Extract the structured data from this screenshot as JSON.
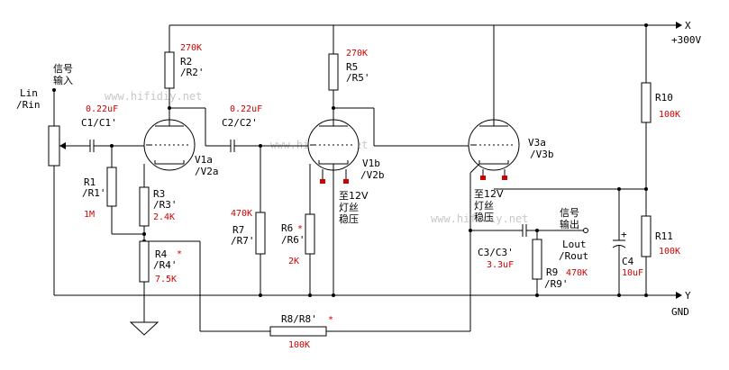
{
  "watermark": "www.hifidiy.net",
  "rails": {
    "top_label": "X",
    "top_voltage": "+300V",
    "bottom_label": "Y",
    "bottom_voltage": "GND"
  },
  "input": {
    "cn": "信号输入",
    "label1": "Lin",
    "label2": "/Rin"
  },
  "output": {
    "cn": "信号输出",
    "label1": "Lout",
    "label2": "/Rout"
  },
  "components": {
    "C1": {
      "name1": "C1/C1'",
      "value": "0.22uF"
    },
    "C2": {
      "name1": "C2/C2'",
      "value": "0.22uF"
    },
    "C3": {
      "name1": "C3/C3'",
      "value": "3.3uF"
    },
    "C4": {
      "name1": "C4",
      "value": "10uF",
      "plus": "+"
    },
    "R1": {
      "name1": "R1",
      "name2": "/R1'",
      "value": "1M"
    },
    "R2": {
      "name1": "R2",
      "name2": "/R2'",
      "value": "270K"
    },
    "R3": {
      "name1": "R3",
      "name2": "/R3'",
      "value": "2.4K"
    },
    "R4": {
      "name1": "R4",
      "name2": "/R4'",
      "value": "7.5K",
      "mark": "*"
    },
    "R5": {
      "name1": "R5",
      "name2": "/R5'",
      "value": "270K"
    },
    "R6": {
      "name1": "R6",
      "name2": "/R6'",
      "value": "2K",
      "mark": "*"
    },
    "R7": {
      "name1": "R7",
      "name2": "/R7'",
      "value": "470K"
    },
    "R8": {
      "name1": "R8/R8'",
      "value": "100K",
      "mark": "*"
    },
    "R9": {
      "name1": "R9",
      "name2": "/R9'",
      "value": "470K"
    },
    "R10": {
      "name1": "R10",
      "value": "100K"
    },
    "R11": {
      "name1": "R11",
      "value": "100K"
    }
  },
  "tubes": {
    "V1a": {
      "name1": "V1a",
      "name2": "/V2a"
    },
    "V1b": {
      "name1": "V1b",
      "name2": "/V2b"
    },
    "V3a": {
      "name1": "V3a",
      "name2": "/V3b"
    }
  },
  "heater": {
    "line1": "至12V",
    "line2": "灯丝",
    "line3": "稳压"
  }
}
